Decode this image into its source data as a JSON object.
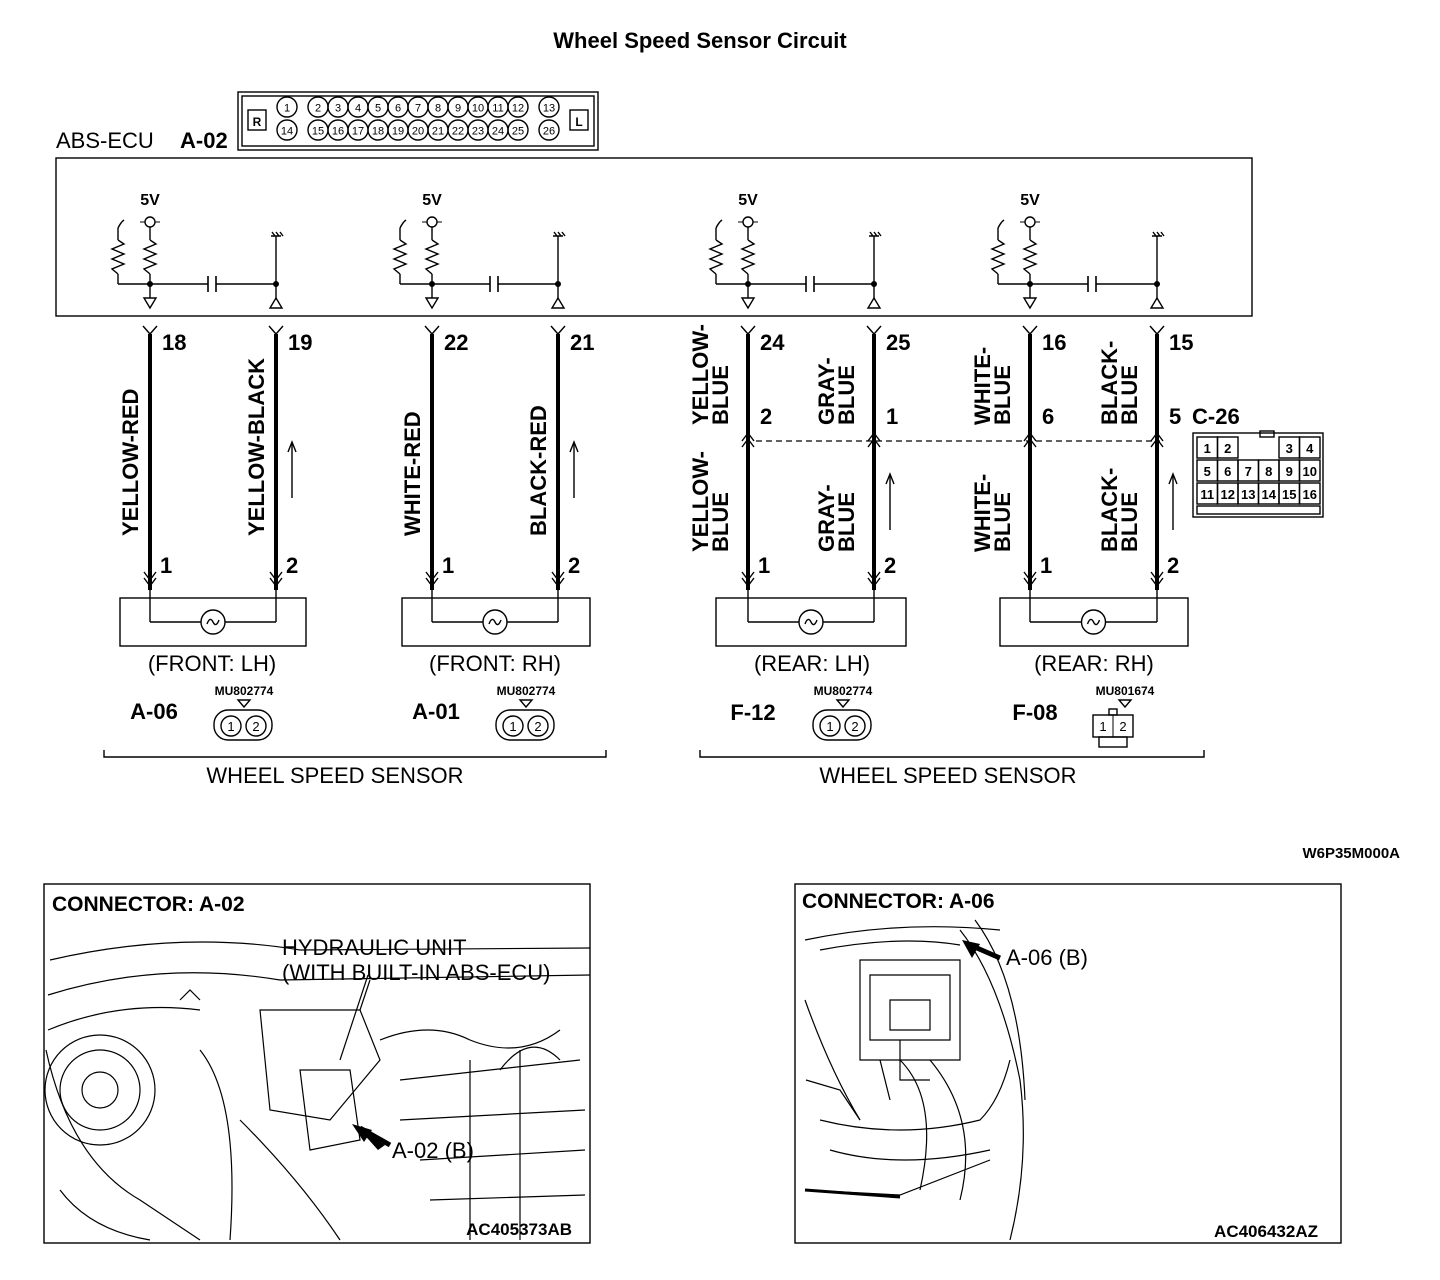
{
  "title": "Wheel Speed Sensor Circuit",
  "ecu": {
    "label": "ABS-ECU",
    "connector": "A-02",
    "pins_top": [
      "1",
      "2",
      "3",
      "4",
      "5",
      "6",
      "7",
      "8",
      "9",
      "10",
      "11",
      "12",
      "13"
    ],
    "pins_bottom": [
      "14",
      "15",
      "16",
      "17",
      "18",
      "19",
      "20",
      "21",
      "22",
      "23",
      "24",
      "25",
      "26"
    ],
    "side_left": "R",
    "side_right": "L",
    "supply": "5V"
  },
  "sensors": [
    {
      "name": "(FRONT: LH)",
      "connector": "A-06",
      "part": "MU802774",
      "ecu_pins": [
        "18",
        "19"
      ],
      "wires": [
        "YELLOW-RED",
        "YELLOW-BLACK"
      ],
      "sensor_pins": [
        "1",
        "2"
      ]
    },
    {
      "name": "(FRONT: RH)",
      "connector": "A-01",
      "part": "MU802774",
      "ecu_pins": [
        "22",
        "21"
      ],
      "wires": [
        "WHITE-RED",
        "BLACK-RED"
      ],
      "sensor_pins": [
        "1",
        "2"
      ]
    },
    {
      "name": "(REAR: LH)",
      "connector": "F-12",
      "part": "MU802774",
      "ecu_pins": [
        "24",
        "25"
      ],
      "wires_top": [
        "YELLOW-BLUE",
        "GRAY-BLUE"
      ],
      "wires": [
        "YELLOW-BLUE",
        "GRAY-BLUE"
      ],
      "junction_pins": [
        "2",
        "1"
      ],
      "sensor_pins": [
        "1",
        "2"
      ]
    },
    {
      "name": "(REAR: RH)",
      "connector": "F-08",
      "part": "MU801674",
      "ecu_pins": [
        "16",
        "15"
      ],
      "wires_top": [
        "WHITE-BLUE",
        "BLACK-BLUE"
      ],
      "wires": [
        "WHITE-BLUE",
        "BLACK-BLUE"
      ],
      "junction_pins": [
        "6",
        "5"
      ],
      "sensor_pins": [
        "1",
        "2"
      ]
    }
  ],
  "junction": {
    "connector": "C-26",
    "pins_row1": [
      "1",
      "2",
      "3",
      "4"
    ],
    "pins_row2": [
      "5",
      "6",
      "7",
      "8",
      "9",
      "10"
    ],
    "pins_row3": [
      "11",
      "12",
      "13",
      "14",
      "15",
      "16"
    ]
  },
  "groups": [
    "WHEEL SPEED SENSOR",
    "WHEEL SPEED SENSOR"
  ],
  "diagram_code": "W6P35M000A",
  "panel_a02": {
    "title": "CONNECTOR: A-02",
    "label_line1": "HYDRAULIC UNIT",
    "label_line2": "(WITH BUILT-IN ABS-ECU)",
    "callout": "A-02 (B)",
    "code": "AC405373AB"
  },
  "panel_a06": {
    "title": "CONNECTOR: A-06",
    "callout": "A-06 (B)",
    "code": "AC406432AZ"
  }
}
